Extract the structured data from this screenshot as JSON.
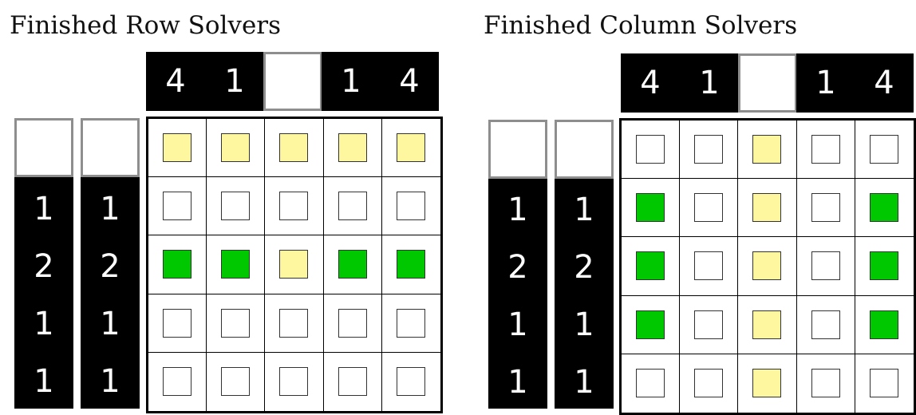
{
  "colors": {
    "unknown": "#ffffff",
    "filled": "#00c800",
    "highlight": "#fff6a0",
    "clue_bg": "#000000",
    "clue_text": "#ffffff",
    "empty_clue_border": "#8e8e8e"
  },
  "panels": [
    {
      "title": "Finished Row Solvers",
      "column_clues": [
        "4",
        "1",
        "",
        "1",
        "4"
      ],
      "row_clues": [
        [
          "",
          ""
        ],
        [
          "1",
          "1"
        ],
        [
          "2",
          "2"
        ],
        [
          "1",
          "1"
        ],
        [
          "1",
          "1"
        ]
      ],
      "grid": [
        [
          "highlight",
          "highlight",
          "highlight",
          "highlight",
          "highlight"
        ],
        [
          "unknown",
          "unknown",
          "unknown",
          "unknown",
          "unknown"
        ],
        [
          "filled",
          "filled",
          "highlight",
          "filled",
          "filled"
        ],
        [
          "unknown",
          "unknown",
          "unknown",
          "unknown",
          "unknown"
        ],
        [
          "unknown",
          "unknown",
          "unknown",
          "unknown",
          "unknown"
        ]
      ]
    },
    {
      "title": "Finished Column Solvers",
      "column_clues": [
        "4",
        "1",
        "",
        "1",
        "4"
      ],
      "row_clues": [
        [
          "",
          ""
        ],
        [
          "1",
          "1"
        ],
        [
          "2",
          "2"
        ],
        [
          "1",
          "1"
        ],
        [
          "1",
          "1"
        ]
      ],
      "grid": [
        [
          "unknown",
          "unknown",
          "highlight",
          "unknown",
          "unknown"
        ],
        [
          "filled",
          "unknown",
          "highlight",
          "unknown",
          "filled"
        ],
        [
          "filled",
          "unknown",
          "highlight",
          "unknown",
          "filled"
        ],
        [
          "filled",
          "unknown",
          "highlight",
          "unknown",
          "filled"
        ],
        [
          "unknown",
          "unknown",
          "highlight",
          "unknown",
          "unknown"
        ]
      ]
    }
  ]
}
